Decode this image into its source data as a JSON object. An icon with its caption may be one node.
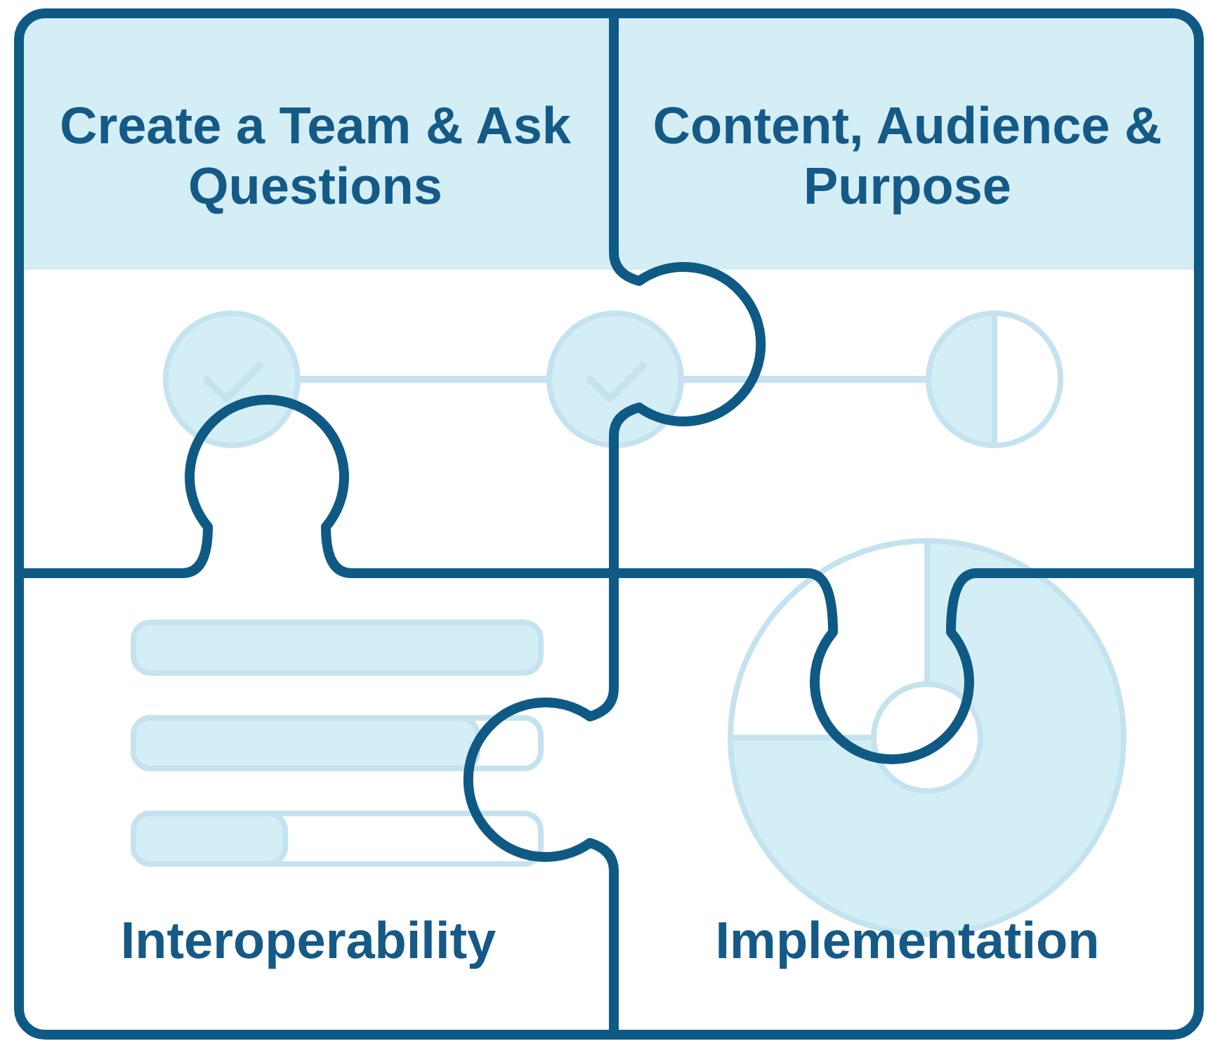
{
  "diagram": {
    "nodes": [
      {
        "text": [
          "Create a Team & Ask Questions"
        ]
      },
      {
        "text": [
          "Content, Audience & Purpose"
        ]
      },
      {
        "text": [
          "Interoperability"
        ]
      },
      {
        "text": [
          "Implementation"
        ]
      }
    ]
  }
}
